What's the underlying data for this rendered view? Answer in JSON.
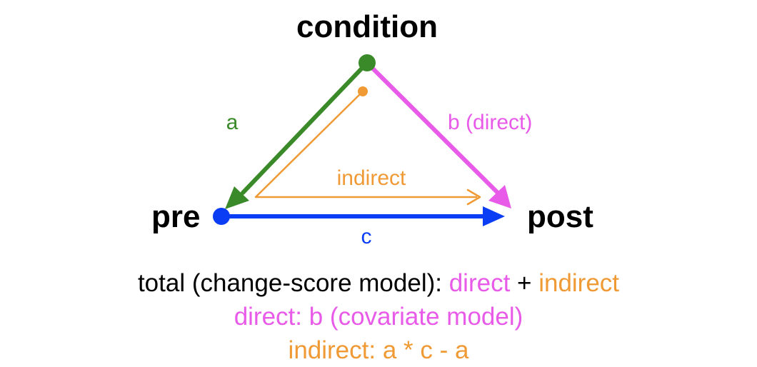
{
  "nodes": {
    "condition": "condition",
    "pre": "pre",
    "post": "post"
  },
  "edges": {
    "a": "a",
    "b": "b (direct)",
    "c": "c",
    "indirect": "indirect"
  },
  "formulas": {
    "total_prefix": "total (change-score model): ",
    "total_direct": "direct",
    "total_plus": " + ",
    "total_indirect": "indirect",
    "direct_line": "direct: b (covariate model)",
    "indirect_line": "indirect: a * c - a"
  },
  "colors": {
    "green": "#3b8a2a",
    "magenta": "#e85ae8",
    "blue": "#0b3df5",
    "orange": "#ef9a35",
    "black": "#000000"
  }
}
